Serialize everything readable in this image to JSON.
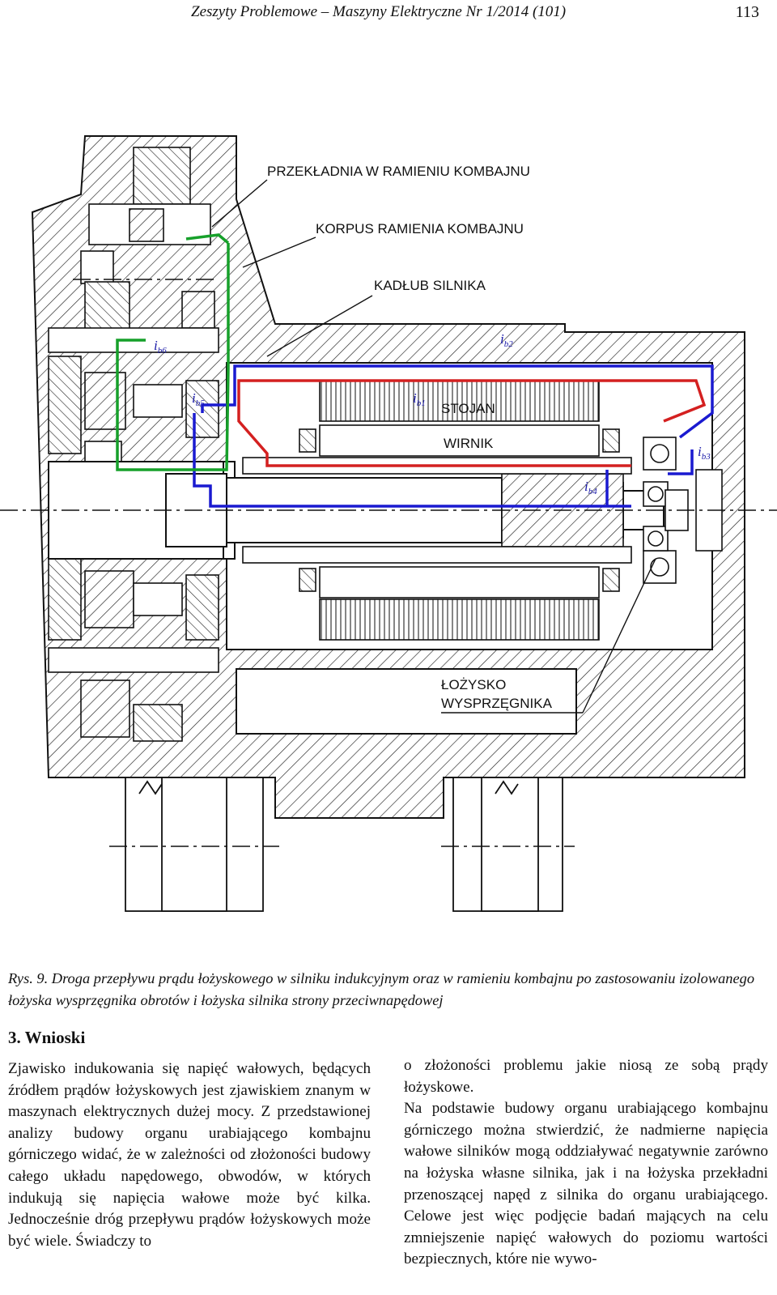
{
  "header": {
    "journal": "Zeszyty Problemowe – Maszyny Elektryczne Nr 1/2014 (101)",
    "page_number": "113"
  },
  "figure": {
    "labels": {
      "gear": "PRZEKŁADNIA W RAMIENIU KOMBAJNU",
      "arm_body": "KORPUS RAMIENIA KOMBAJNU",
      "motor_housing": "KADŁUB SILNIKA",
      "stator": "STOJAN",
      "rotor": "WIRNIK",
      "bearing_line1": "ŁOŻYSKO",
      "bearing_line2": "WYSPRZĘGNIKA"
    },
    "currents": {
      "ib1": "ib1",
      "ib2": "ib2",
      "ib3": "ib3",
      "ib4": "ib4",
      "ib5": "ib5",
      "ib6": "ib6"
    },
    "colors": {
      "path_red": "#d42020",
      "path_blue": "#1a1ad0",
      "path_green": "#16a02a"
    }
  },
  "caption": "Rys. 9. Droga przepływu prądu łożyskowego w silniku indukcyjnym oraz w ramieniu kombajnu po zastosowaniu izolowanego łożyska wysprzęgnika obrotów i łożyska silnika strony przeciwnapędowej",
  "section_title": "3. Wnioski",
  "left_column": "Zjawisko indukowania się napięć wałowych, będących źródłem prądów łożyskowych jest zjawiskiem znanym w maszynach elektrycznych dużej mocy. Z przedstawionej analizy budowy organu urabiającego kombajnu górniczego widać, że w zależności od złożoności budowy całego układu napędowego, obwodów, w których indukują się napięcia wałowe może być kilka. Jednocześnie dróg przepływu prądów łożyskowych może być wiele. Świadczy to",
  "right_column": {
    "para1": "o złożoności problemu jakie niosą ze sobą prądy łożyskowe.",
    "para2": "Na podstawie budowy organu urabiającego kombajnu górniczego można stwierdzić, że nadmierne napięcia wałowe silników mogą oddziaływać negatywnie zarówno na łożyska własne silnika, jak i na łożyska przekładni przenoszącej napęd z silnika do organu urabiającego. Celowe jest więc podjęcie badań mających na celu zmniejszenie napięć wałowych do poziomu wartości bezpiecznych, które nie wywo-"
  }
}
